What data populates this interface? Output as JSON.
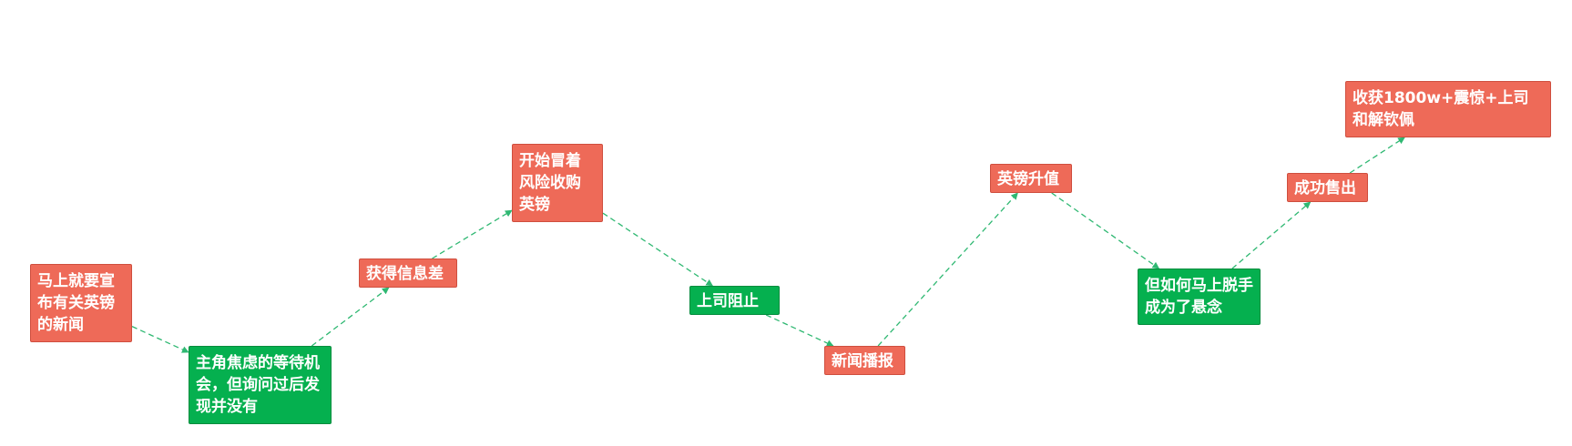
{
  "colors": {
    "red_node": "#ee6a58",
    "green_node": "#05b04f",
    "connector": "#2fb872"
  },
  "nodes": [
    {
      "id": "n1",
      "color": "red",
      "text": "马上就要宣布有关英镑的新闻"
    },
    {
      "id": "n2",
      "color": "green",
      "text": "主角焦虑的等待机会，但询问过后发现并没有"
    },
    {
      "id": "n3",
      "color": "red",
      "text": "获得信息差"
    },
    {
      "id": "n4",
      "color": "red",
      "text": "开始冒着风险收购英镑"
    },
    {
      "id": "n5",
      "color": "green",
      "text": "上司阻止"
    },
    {
      "id": "n6",
      "color": "red",
      "text": "新闻播报"
    },
    {
      "id": "n7",
      "color": "red",
      "text": "英镑升值"
    },
    {
      "id": "n8",
      "color": "green",
      "text": "但如何马上脱手成为了悬念"
    },
    {
      "id": "n9",
      "color": "red",
      "text": "成功售出"
    },
    {
      "id": "n10",
      "color": "red",
      "text": "收获1800w+震惊+上司和解钦佩"
    }
  ],
  "edges": [
    [
      "n1",
      "n2"
    ],
    [
      "n2",
      "n3"
    ],
    [
      "n3",
      "n4"
    ],
    [
      "n4",
      "n5"
    ],
    [
      "n5",
      "n6"
    ],
    [
      "n6",
      "n7"
    ],
    [
      "n7",
      "n8"
    ],
    [
      "n8",
      "n9"
    ],
    [
      "n9",
      "n10"
    ]
  ]
}
